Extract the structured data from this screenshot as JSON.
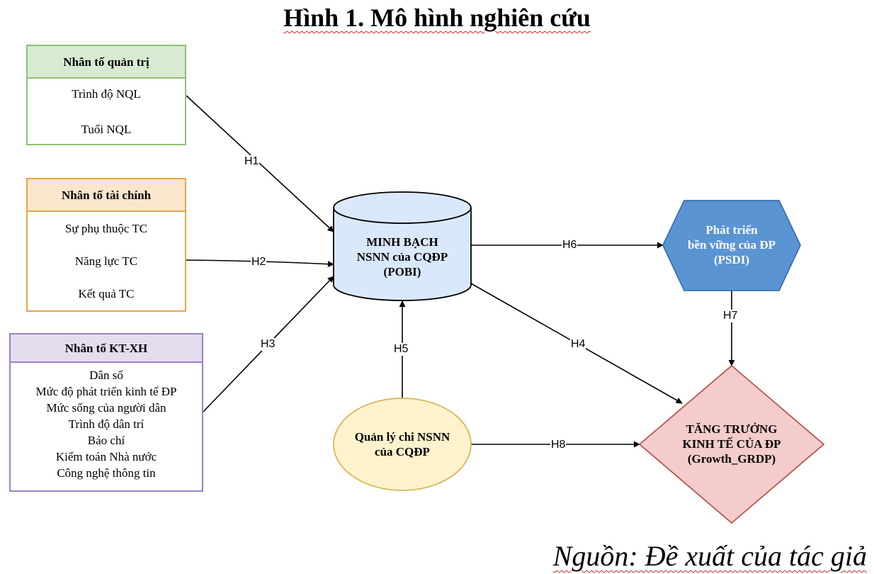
{
  "title": "Hình 1. Mô hình nghiên cứu",
  "boxes": {
    "quantri": {
      "header": "Nhân tố quản trị",
      "items": [
        "Trình độ NQL",
        "Tuổi NQL"
      ],
      "color": "#d9ead3"
    },
    "taichinh": {
      "header": "Nhân tố tài chính",
      "items": [
        "Sự phụ thuộc TC",
        "Năng lực TC",
        "Kết quả TC"
      ],
      "color": "#fce5cd"
    },
    "ktxh": {
      "header": "Nhân tố KT-XH",
      "items": [
        "Dân số",
        "Mức độ phát triển kinh tế ĐP",
        "Mức sống của người dân",
        "Trình độ dân trí",
        "Báo chí",
        "Kiểm toán Nhà nước",
        "Công nghệ thông tin"
      ],
      "color": "#e4dcef"
    }
  },
  "nodes": {
    "pobi": {
      "lines": [
        "MINH BẠCH",
        "NSNN của CQĐP",
        "(POBI)"
      ],
      "shape": "cylinder",
      "color": "#dae8fc"
    },
    "psdi": {
      "lines": [
        "Phát triển",
        "bền vững của ĐP",
        "(PSDI)"
      ],
      "shape": "hexagon",
      "color": "#5b94d3"
    },
    "growth": {
      "lines": [
        "TĂNG TRƯỞNG",
        "KINH TẾ CỦA ĐP",
        "(Growth_GRDP)"
      ],
      "shape": "diamond",
      "color": "#f4cccc"
    },
    "quanly": {
      "lines": [
        "Quản lý chi NSNN",
        "của CQĐP"
      ],
      "shape": "ellipse",
      "color": "#fff2cc"
    }
  },
  "edges": {
    "h1": "H1",
    "h2": "H2",
    "h3": "H3",
    "h4": "H4",
    "h5": "H5",
    "h6": "H6",
    "h7": "H7",
    "h8": "H8"
  },
  "source": "Nguồn: Đề xuất của tác giả"
}
